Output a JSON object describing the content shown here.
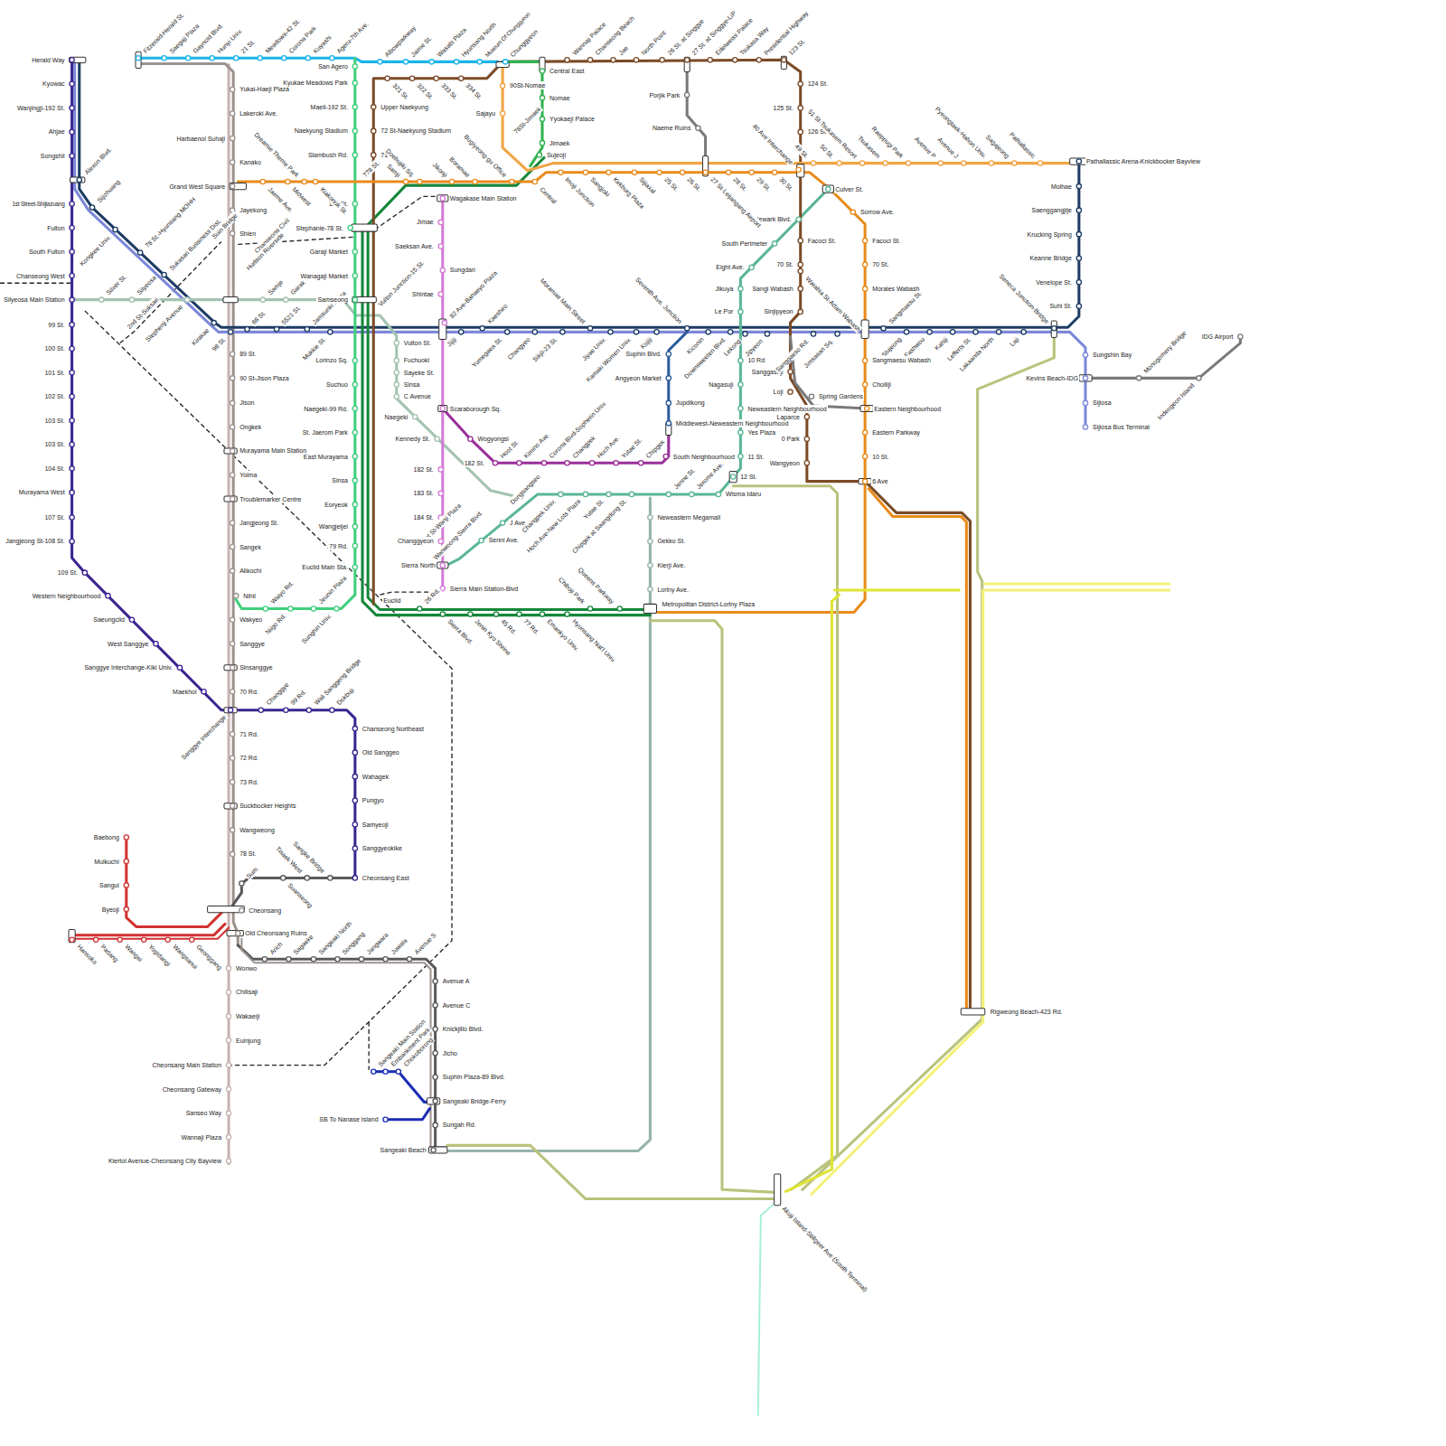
{
  "diagram": {
    "labels": [
      "Herald Way",
      "Kyowac",
      "Wanjingji-192 St.",
      "Ahjae",
      "Songshil",
      "Alexon Blvd.",
      "1st Street-Shijiazuang",
      "Fulton",
      "South Fulton",
      "Chanseong West",
      "Silyeosa Main Station",
      "99 St.",
      "100 St.",
      "101 St.",
      "102 St.",
      "103 St.",
      "103 St.",
      "104 St.",
      "Murayama West",
      "107 St.",
      "Jangjeong St-108 St.",
      "109 St.",
      "Western Neighbourhood",
      "Saeungclid",
      "West Sanggye",
      "Sanggye Interchange-Kiki Univ.",
      "Maekhol",
      "Sanggye Interchange",
      "Changgye",
      "99 Rd.",
      "Wali Sanggeng Bridge",
      "Dokbuji",
      "Chanseong Northeast",
      "Old Sanggeo",
      "Wahagek",
      "Pungyo",
      "Samyeoji",
      "Sanggyeokike",
      "Cheonsang East",
      "Sijizhuang",
      "Kongkee Univ.",
      "78 St.-Hyunsang MOHH",
      "Sukasari Bussiness Dist.",
      "Suin Bridge",
      "2nd St-Suksari",
      "Kirakae",
      "Silver St.",
      "Silyeosa",
      "Stephenji Avenue",
      "Samje",
      "Garak",
      "Vulton St.",
      "Fuchuoki",
      "Sayeke St.",
      "Sinsa",
      "C Avenue",
      "Naegeki",
      "Kennedy St.",
      "182 St.",
      "Hoot St-Wanji Plaza",
      "Wanwoong-Sierra Blvd.",
      "Dongsangseo",
      "J Ave.",
      "Senni Ave.",
      "Changpek Univ.",
      "Hoch Ave-New Lots Plaza",
      "Yutae St.",
      "Chipgek at Saangdong St.",
      "Jenne St.",
      "Jerome Ave.",
      "Wisma Idaru",
      "12 St.",
      "11 St.",
      "Yes Plaza",
      "Neweastern Neighbourhood",
      "Nagasuji",
      "10 Rd",
      "Le Por",
      "Jikuya",
      "Eight Ave.",
      "South Perimeter",
      "Newark Blvd.",
      "Culver St.",
      "Neweastern Megamall",
      "Gekko St.",
      "Kierji Ave.",
      "Lorlny Ave.",
      "Metropolitan District-Lorlny Plaza",
      "Wagakase Main Station",
      "Jimae",
      "Saeksan Ave.",
      "Sungdari",
      "Shintae",
      "82 Ave-Bahaeyo Plaza",
      "Scaraborough Sq.",
      "182 St.",
      "183 St.",
      "184 St.",
      "Changgyeon",
      "Sierra North",
      "Sierra Main Station-Blvd",
      "Wogyongsi",
      "Hoot St.",
      "Kimino Ave.",
      "Corona Blvd-Sopherin Univ.",
      "Changpek",
      "Hoch Ave.",
      "Yutae St.",
      "Chipgek",
      "South Neighbourhood",
      "Middlewest-Neweastern Neighbourhood",
      "Jupdikong",
      "Angyeon Market",
      "Suphin Blvd.",
      "98 St.",
      "66 St.",
      "5521 St.",
      "Jamsunki Plaza",
      "Mukkie St.",
      "Jijiji",
      "Kaeshiro",
      "Yumegaea St.",
      "Changyeo",
      "Sikjil-23 St.",
      "Moramae Main Street",
      "Jiyae Univ.",
      "Kamaki Women Univ.",
      "Kojiji",
      "Seventh Ave. Junction",
      "Kiconin",
      "Downsweeten Blvd.",
      "Lekong",
      "Jipyeon",
      "Sanggasuji",
      "Sanggaeso Rd.",
      "Jimsasan Sq.",
      "Sangmaesu St.",
      "Stujeong",
      "Fashwou",
      "Kahiji",
      "Lefferts St.",
      "Lakaanda North",
      "Laji",
      "Seneca Junction-Bridge",
      "Pathallassic Arena-Knickbocker Bayview",
      "Molhae",
      "Saenggangjije",
      "Krucking Spring",
      "Keanne Bridge",
      "Venelope St.",
      "Suhi St.",
      "Sungshin Bay",
      "Kevins Beach-IDG",
      "Sijiosa",
      "Sijiosa Bus Terminal",
      "Monogomery Bridge",
      "Indeogeon Island",
      "IDG Airport",
      "Fitzerald-Herald St.",
      "Saegaji Plaza",
      "Gaynold Blvd.",
      "Hunyi Univ.",
      "21 St.",
      "Meadows-42 St.",
      "Corona Park",
      "Kuyashi",
      "Ageru-7th Ave.",
      "San Agero",
      "Albowparkway",
      "Jaime St.",
      "Wasabi Plaza",
      "Hyunsang North",
      "Museum Of Chunggyeon",
      "Chunggyeon",
      "Yukai-Haeji Plaza",
      "Lakeroki Ave.",
      "Harbaenol Suhaji",
      "Kanako",
      "Grand West Square",
      "Jayekong",
      "Shien",
      "Chanseong Civil",
      "Hudson Riverside",
      "89 St.",
      "90 St-Jison Plaza",
      "Jison",
      "Ongkek",
      "Murayama Main Station",
      "Yoima",
      "Troublemarker Centre",
      "Jangjeong St.",
      "Sangek",
      "Alikochi",
      "Nihil",
      "Wakyeo",
      "Sanggye",
      "Sinsanggye",
      "70 Rd.",
      "71 Rd.",
      "72 Rd.",
      "73 Rd.",
      "Suckbocker Heights",
      "Wangweong",
      "78 St.",
      "Sum",
      "Cheonsang",
      "Old Cheonsang Ruins",
      "Wonwo",
      "Chilisaji",
      "Wakaeiji",
      "Euinjung",
      "Cheonsang Main Station",
      "Cheonsang Gateway",
      "Sanseo Way",
      "Wannaji Plaza",
      "Kiertol Avenue-Cheonsang City Bayview",
      "Suanseong",
      "Tisaek West",
      "Sangke Bridge",
      "Arich",
      "Sagaeke",
      "Sangeaki North",
      "Songgang",
      "Jangwara",
      "Juwala",
      "Avenue S",
      "Avenue A",
      "Avenue C",
      "Knickjillo Blvd.",
      "Jicho",
      "Suphin Plaza-89 Blvd.",
      "Sangeaki Bridge-Ferry",
      "Sungah Rd.",
      "Sangeaki Beach",
      "Sangeaki Main Station",
      "Embankment Park",
      "Chokoborong",
      "SB To Nanase Island",
      "Baebong",
      "Mulkuchi",
      "Sangui",
      "Byeoji",
      "Hansoko",
      "Padang",
      "Wangei",
      "Yogidangi",
      "Wangsanui",
      "Geonggang",
      "Kyukae Meadows Park",
      "Maeil-192 St.",
      "Naekyung Stadium",
      "Slambush Rd.",
      "778 St.",
      "111 St.",
      "Stephanie-78 St.",
      "Garaji Market",
      "Wanagaji Market",
      "Samseong",
      "Lorinzo Sq.",
      "Suchuo",
      "Naegeki-99 Rd.",
      "St. Jaerom Park",
      "East Murayama",
      "Sinsa",
      "Eoryeok",
      "Wangjeijei",
      "79 Rd.",
      "Euclid Main Sta.",
      "Euclid",
      "Sunghin Univ.",
      "Jeunin Plaza",
      "Niigo Rd.",
      "Waiyo Rd.",
      "Vulton Junction-15 St.",
      "321 St.",
      "322 St.",
      "333 St.",
      "334 St.",
      "Upper Naekyung",
      "72 St-Naekyung Stadium",
      "71 St.",
      "Wannaji Palace",
      "Chanseong Beach",
      "Jae",
      "North Point",
      "26 St. at Singgye",
      "27 St. at Singgye-LiP",
      "Edelweiss Palace",
      "Tsukasa Way",
      "Presidential Highway",
      "123 St.",
      "124 St.",
      "125 St.",
      "126 St.",
      "Facoci St.",
      "Warabia St-Adam Wabash",
      "70 St.",
      "Sangi Wabash",
      "Sinjipyeon",
      "Loji",
      "Laparce",
      "0 Park",
      "Wangyeon",
      "Porjik Park",
      "Naeme Ruins",
      "Spring Gardens",
      "90St-Nomae",
      "Sajayu",
      "78St-Jimaek",
      "Central East",
      "Nomae",
      "Yyokaeji Palace",
      "Jimaek",
      "Sujeoji",
      "Jaeme Ave.",
      "Dreamie Theme Park",
      "Midwest",
      "Kiakonuk St.",
      "Samji",
      "Doebujiki Sq.",
      "Jikonji",
      "Boramae",
      "Bugiyeong-gu Office",
      "Central",
      "Imoji Junction",
      "Sangjoki",
      "Kirkburg Plaza",
      "Sijiaxal",
      "25 St.",
      "26 St.",
      "27 St-Leijangang Airport",
      "28 St.",
      "29 St.",
      "30 St.",
      "40 Ave Interchange",
      "49 St.",
      "50 St.",
      "51 St-Tsukasem Resort",
      "Tsukasem",
      "Raeppugi Park",
      "Avenue P",
      "Avenue J",
      "Pyeongtaek-Hahon Univ.",
      "Sagajeong",
      "Pathallassic",
      "Sorrow Ave.",
      "Facoci St.",
      "70 St.",
      "Morales Wabash",
      "Sangmaesu Wabash",
      "Cholliji",
      "Eastern Neighbourhood",
      "Eastern Parkway",
      "10 St.",
      "6 Ave",
      "Rigweong Beach-423 Rd.",
      "Akuji Island-Stillgeer Ave (South Terminal)",
      "26 Rd.",
      "Sierra Blvd.",
      "Jenin Kyo Shrine",
      "45 Rd.",
      "77 Rd.",
      "Emankyo Univ.",
      "Hyunsang Nat'l Univ.",
      "Chiboji Park",
      "Queens Parkway"
    ]
  }
}
